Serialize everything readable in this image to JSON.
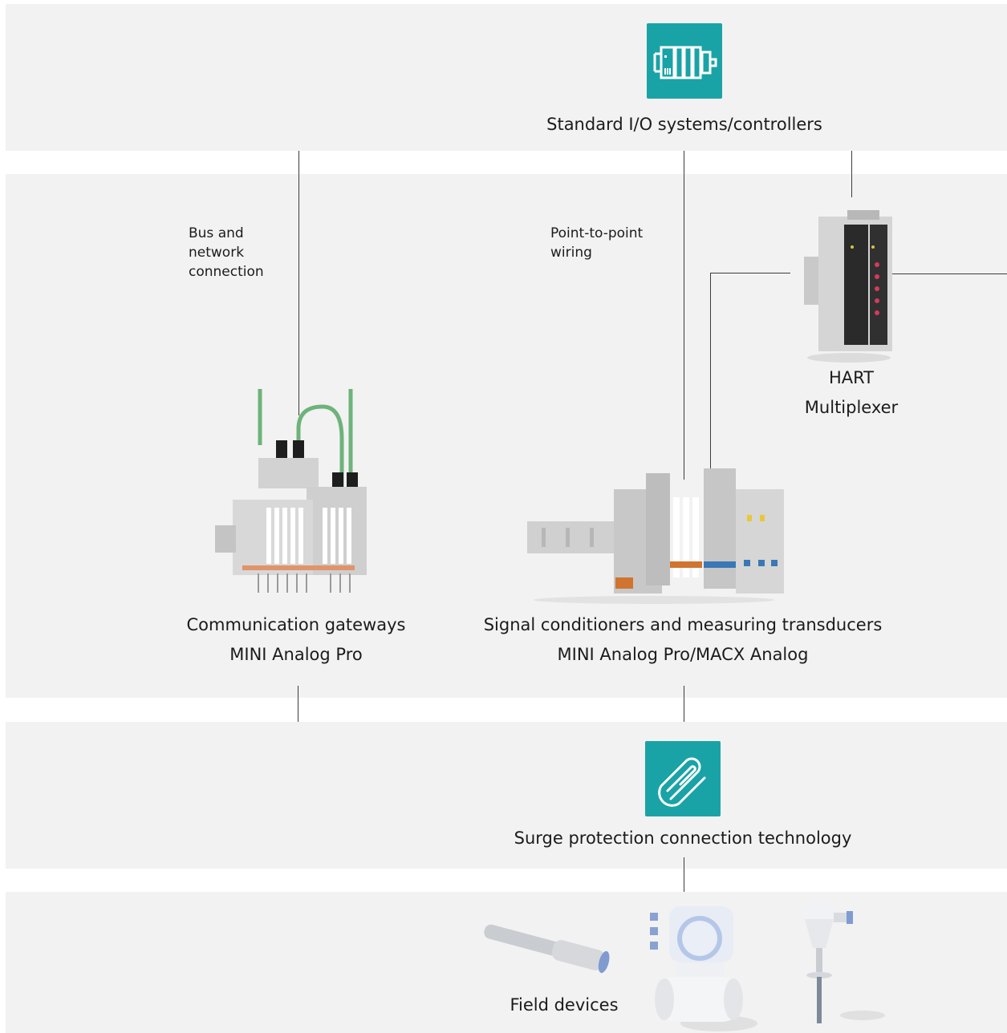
{
  "colors": {
    "band": "#f2f2f2",
    "accent": "#1aa3a6",
    "line": "#3c3c3c"
  },
  "top": {
    "icon": "io-system-icon",
    "label": "Standard I/O systems/controllers"
  },
  "middle": {
    "bus_note": [
      "Bus and",
      "network",
      "connection"
    ],
    "p2p_note": [
      "Point-to-point",
      "wiring"
    ],
    "hart": {
      "line1": "HART",
      "line2": "Multiplexer"
    },
    "gateways": {
      "line1": "Communication gateways",
      "line2": "MINI Analog Pro"
    },
    "conditioners": {
      "line1": "Signal conditioners and measuring transducers",
      "line2": "MINI Analog Pro/MACX Analog"
    }
  },
  "surge": {
    "icon": "paperclip-icon",
    "label": "Surge protection connection technology"
  },
  "field": {
    "label": "Field devices"
  }
}
